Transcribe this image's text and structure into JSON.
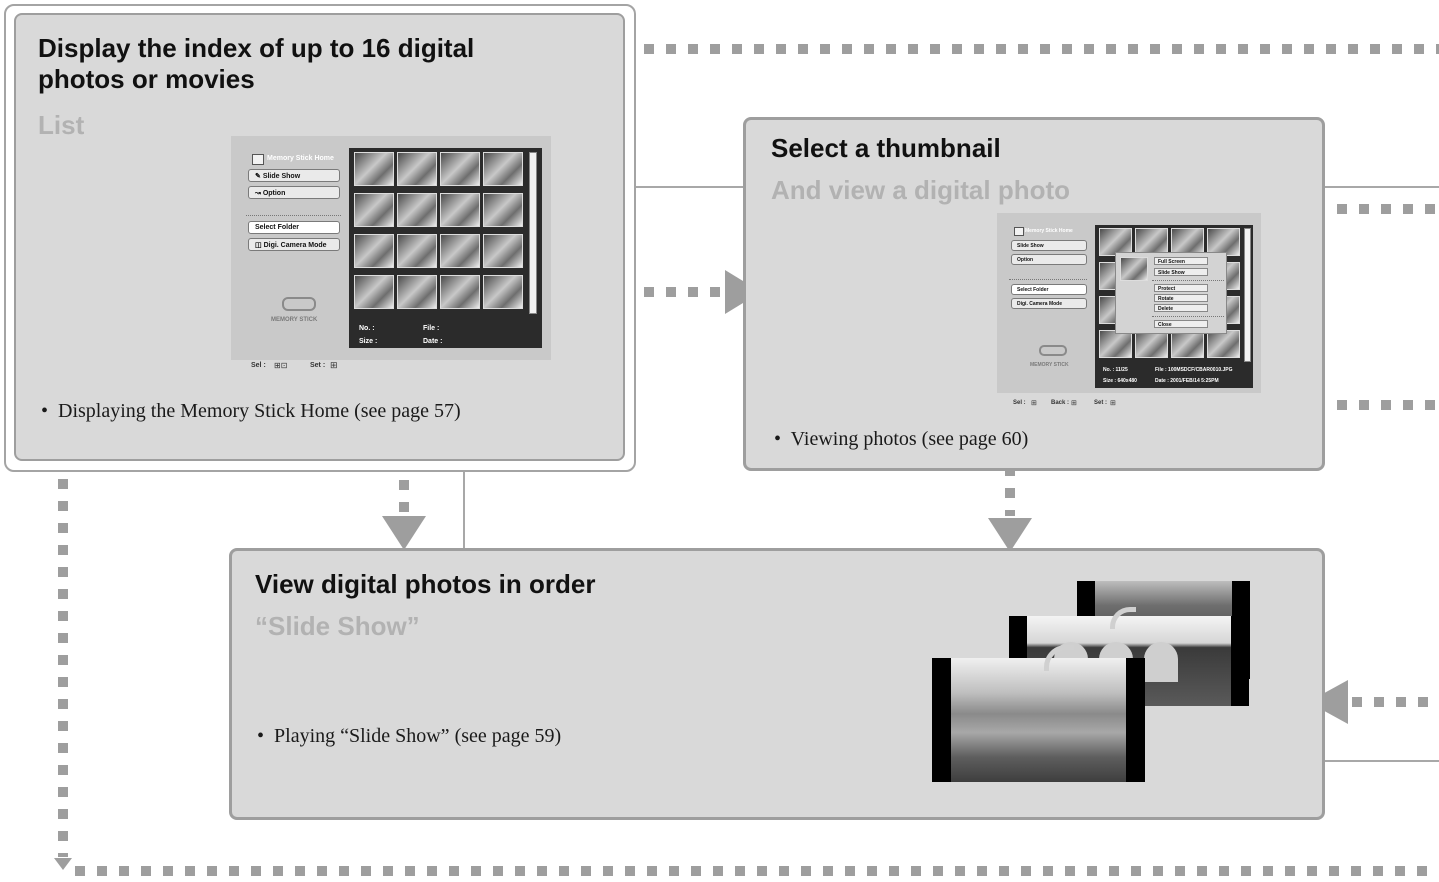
{
  "panels": {
    "list": {
      "title": "Display the index of up to 16 digital photos or movies",
      "subtitle": "List",
      "bullet": "Displaying the Memory Stick Home  (see page 57)"
    },
    "thumbnail": {
      "title": "Select a thumbnail",
      "subtitle": "And view a digital photo",
      "bullet": "Viewing photos (see page 60)"
    },
    "slideshow": {
      "title": "View digital photos in order",
      "subtitle": "“Slide Show”",
      "bullet": "Playing “Slide Show” (see page 59)"
    }
  },
  "screen1": {
    "home": "Memory Stick Home",
    "slide_show": "Slide Show",
    "option": "Option",
    "select_folder": "Select Folder",
    "camera_mode": "Digi. Camera Mode",
    "logo": "MEMORY STICK",
    "no": "No. :",
    "file": "File :",
    "size": "Size :",
    "date": "Date :",
    "nav": "Sel :",
    "set": "Set :"
  },
  "screen2": {
    "home": "Memory Stick Home",
    "slide_show": "Slide Show",
    "option": "Option",
    "select_folder": "Select Folder",
    "camera_mode": "Digi. Camera Mode",
    "logo": "MEMORY STICK",
    "popup": {
      "full_screen": "Full Screen",
      "slide_show": "Slide Show",
      "protect": "Protect",
      "rotate": "Rotate",
      "delete": "Delete",
      "close": "Close"
    },
    "no": "No. : 11/25",
    "file": "File : 100MSDCF/CBAR0010.JPG",
    "size": "Size : 640x480",
    "date": "Date : 2001/FEB/14 5:25PM",
    "nav": "Sel :",
    "back": "Back :",
    "set": "Set :"
  },
  "colors": {
    "panel_fill": "#d9d9d9",
    "panel_border": "#9e9e9e",
    "subtitle": "#b2b2b2",
    "connector": "#9e9e9e"
  },
  "icons": [
    "home-icon",
    "slideshow-icon",
    "option-icon",
    "camera-icon",
    "memory-stick-logo-icon",
    "arrow-right-icon",
    "arrow-down-icon",
    "arrow-left-icon",
    "curved-arrow-icon",
    "dpad-icon"
  ]
}
